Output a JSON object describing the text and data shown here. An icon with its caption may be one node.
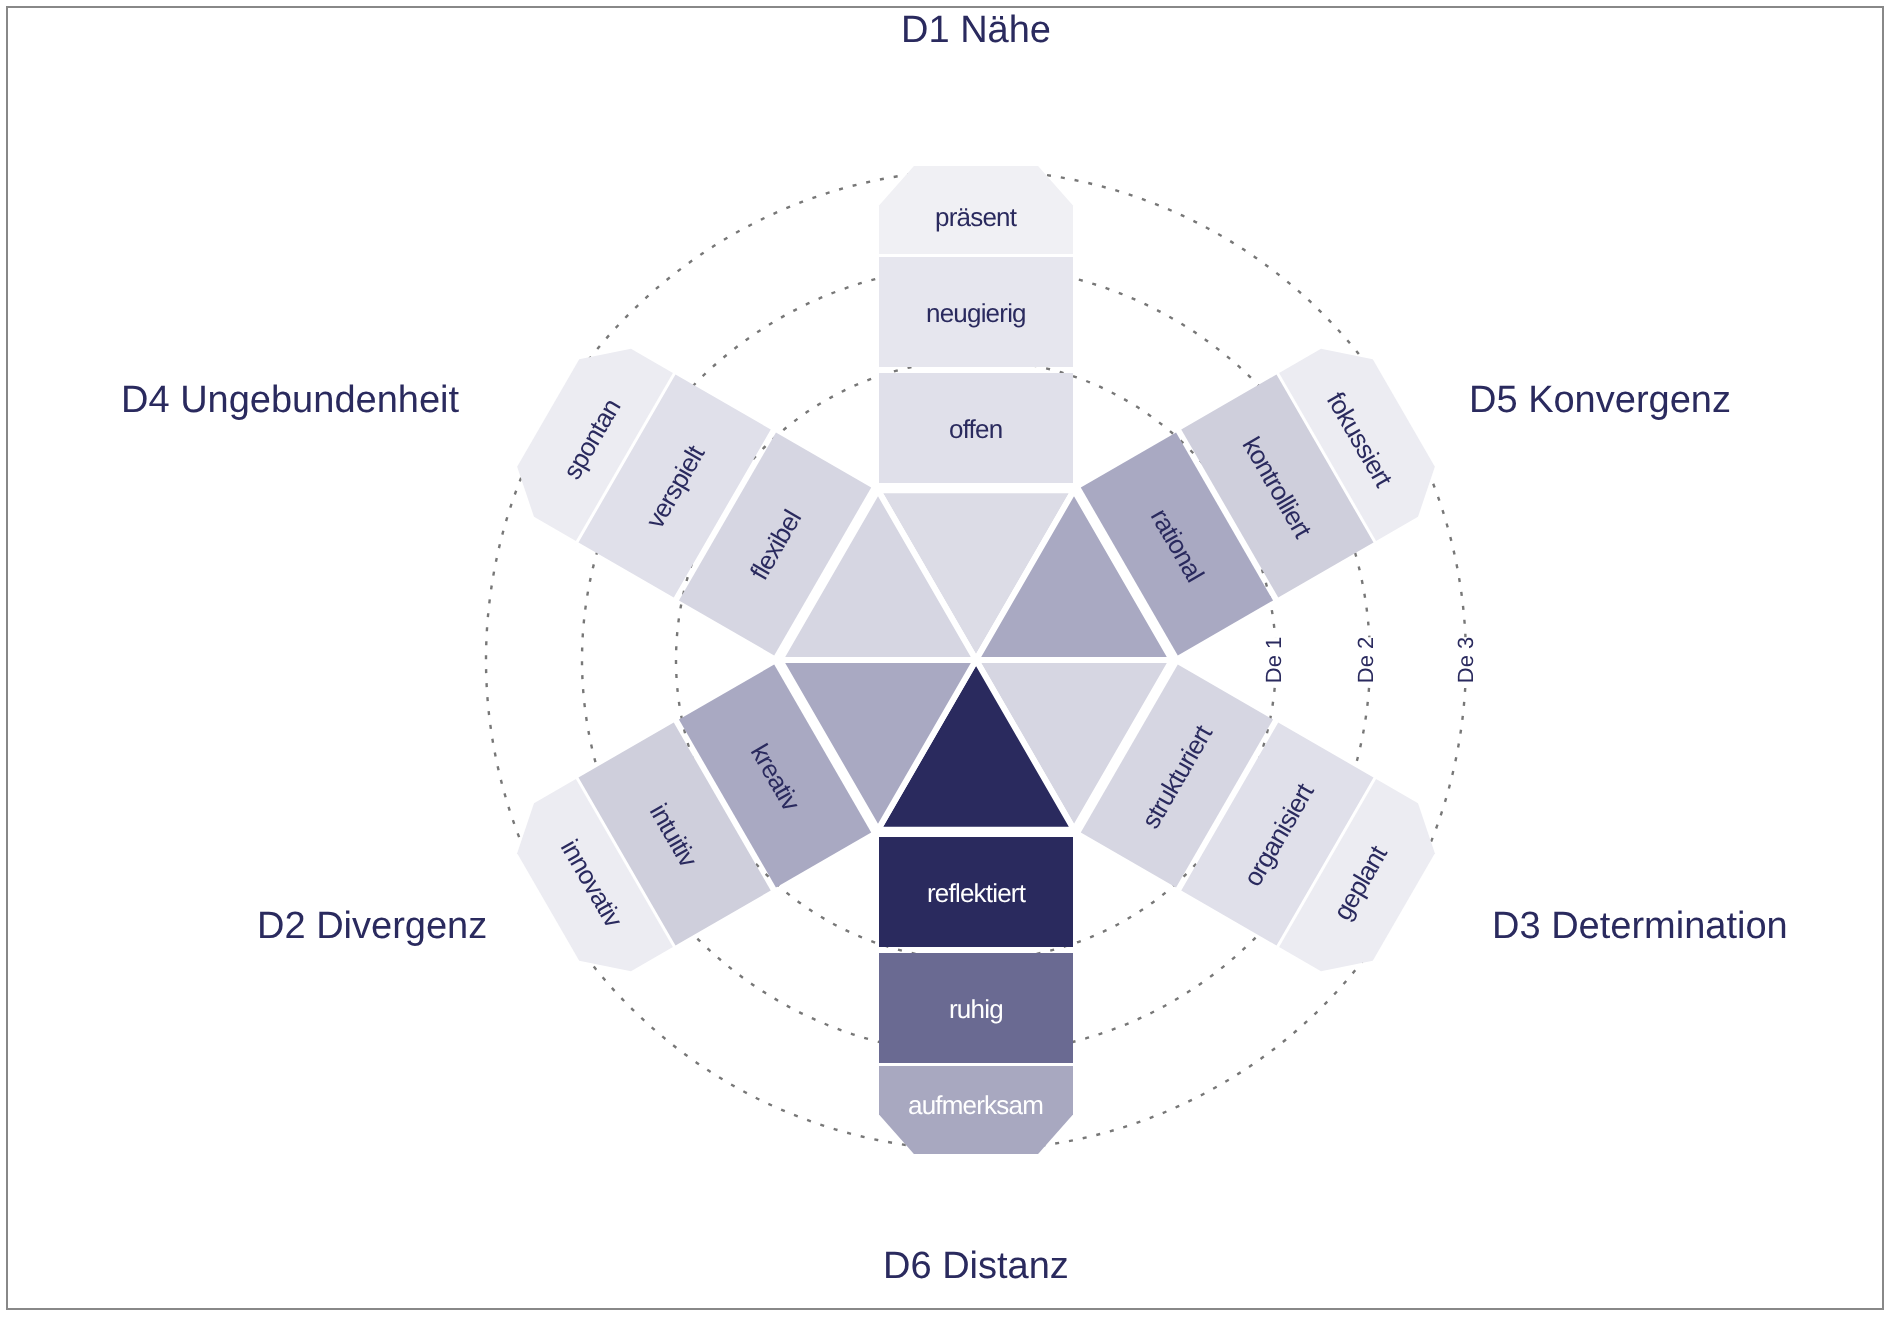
{
  "diagram": {
    "nodes": [
      {
        "text": [
          "präsent"
        ]
      },
      {
        "text": [
          "neugierig"
        ]
      },
      {
        "text": [
          "offen"
        ]
      },
      {
        "text": [
          "spontan"
        ]
      },
      {
        "text": [
          "verspielt"
        ]
      },
      {
        "text": [
          "flexibel"
        ]
      },
      {
        "text": [
          "fokussiert"
        ]
      },
      {
        "text": [
          "kontrolliert"
        ]
      },
      {
        "text": [
          "rational"
        ]
      },
      {
        "text": [
          "kreativ"
        ]
      },
      {
        "text": [
          "intuitiv"
        ]
      },
      {
        "text": [
          "innovativ"
        ]
      },
      {
        "text": [
          "strukturiert"
        ]
      },
      {
        "text": [
          "organisiert"
        ]
      },
      {
        "text": [
          "geplant"
        ]
      },
      {
        "text": [
          "reflektiert"
        ]
      },
      {
        "text": [
          "ruhig"
        ]
      },
      {
        "text": [
          "aufmerksam"
        ]
      }
    ],
    "labels": [
      "D1 Nähe",
      "D4 Ungebundenheit",
      "D5 Konvergenz",
      "De 1",
      "De 2",
      "De 3",
      "D2 Divergenz",
      "D3 Determination",
      "D6 Distanz"
    ]
  }
}
